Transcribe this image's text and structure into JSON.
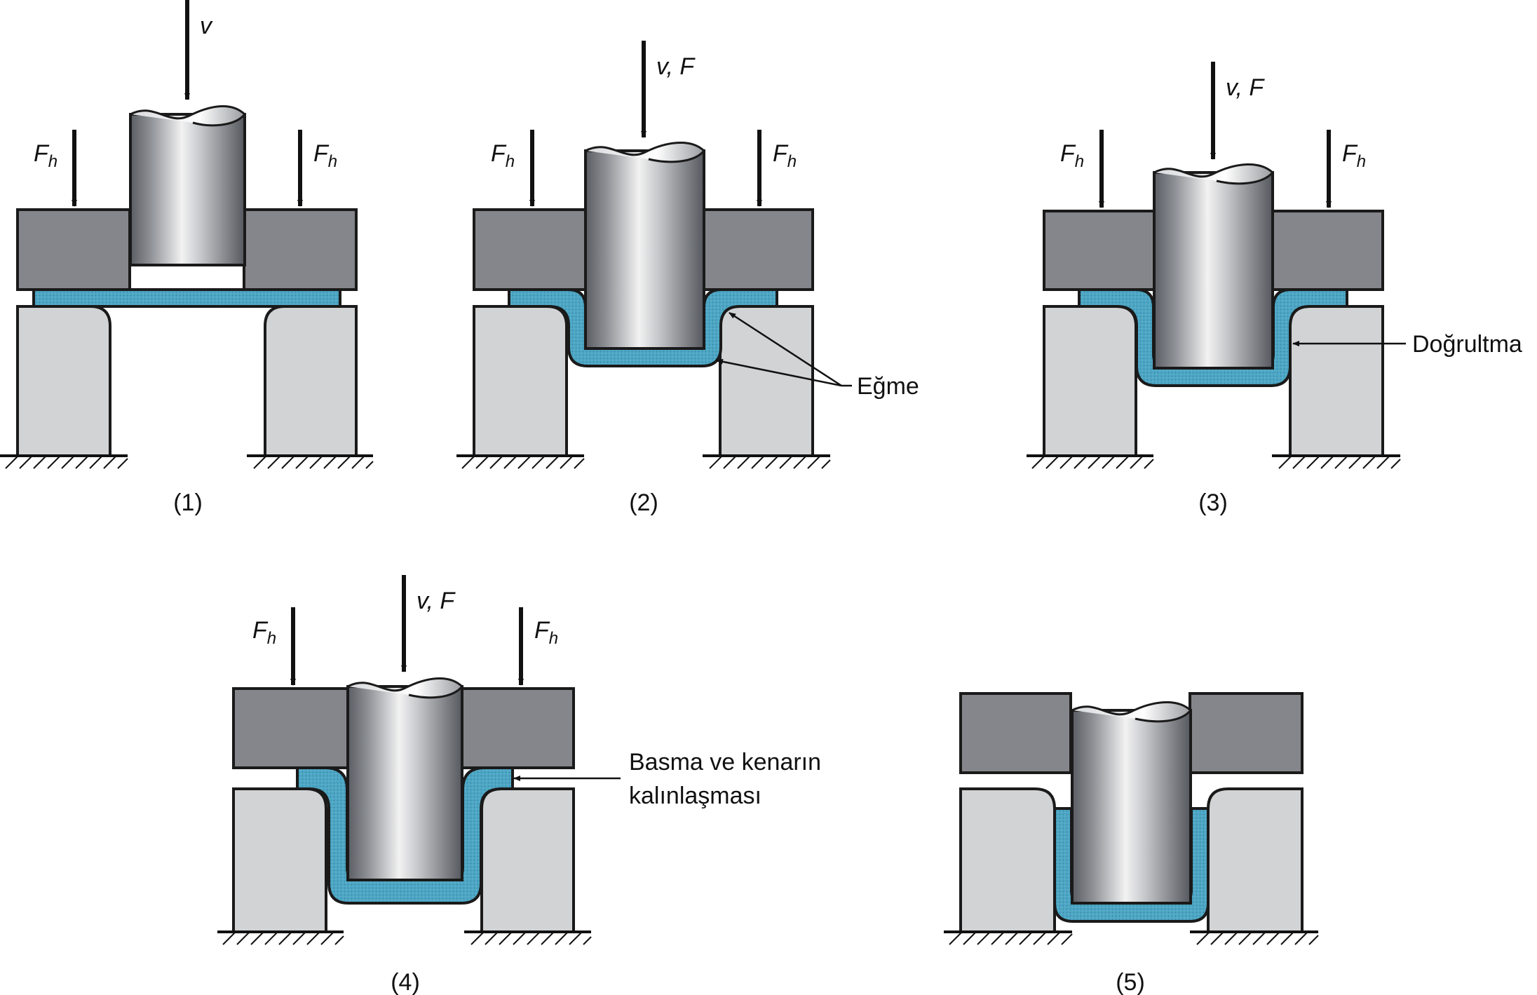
{
  "figure": {
    "panels": [
      {
        "id": "1",
        "caption": "(1)",
        "punch_arrow": "v",
        "holder_force": "F",
        "holder_force_sub": "h"
      },
      {
        "id": "2",
        "caption": "(2)",
        "punch_arrow": "v, F",
        "holder_force": "F",
        "holder_force_sub": "h",
        "callout": "Eğme"
      },
      {
        "id": "3",
        "caption": "(3)",
        "punch_arrow": "v, F",
        "holder_force": "F",
        "holder_force_sub": "h",
        "callout": "Doğrultma"
      },
      {
        "id": "4",
        "caption": "(4)",
        "punch_arrow": "v, F",
        "holder_force": "F",
        "holder_force_sub": "h",
        "callout_line1": "Basma ve kenarın",
        "callout_line2": "kalınlaşması"
      },
      {
        "id": "5",
        "caption": "(5)"
      }
    ],
    "colors": {
      "holder": "#85868b",
      "die": "#d2d3d5",
      "sheet": "#4da6c4",
      "outline": "#1a1a1a",
      "punch_shade": "#5a5d63",
      "punch_highlight": "#f2f2f2"
    }
  }
}
